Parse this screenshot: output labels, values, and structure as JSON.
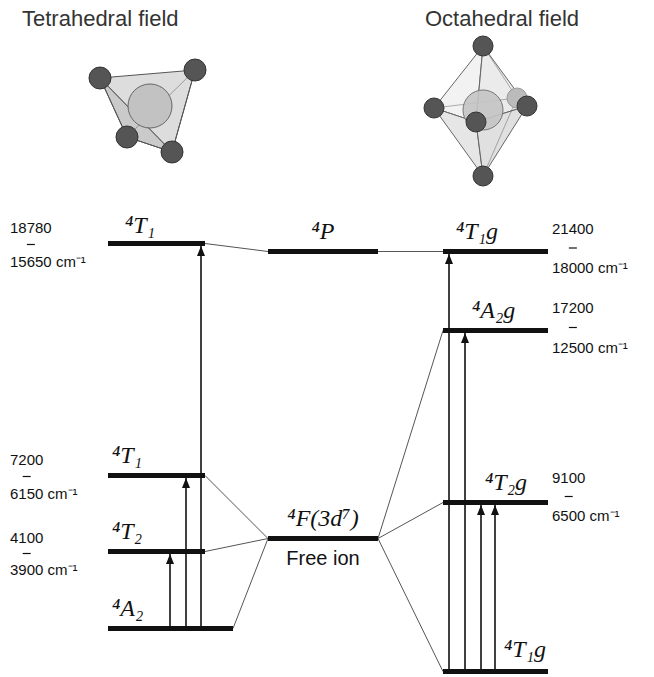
{
  "diagram": {
    "nodes": [
      {
        "text": [
          "⁴T₁",
          "18780",
          "15650 cm⁻¹"
        ]
      },
      {
        "text": [
          "⁴P"
        ]
      },
      {
        "text": [
          "⁴T₁g",
          "21400",
          "18000 cm⁻¹"
        ]
      },
      {
        "text": [
          "⁴A₂g",
          "17200",
          "12500 cm⁻¹"
        ]
      },
      {
        "text": [
          "⁴T₁",
          "7200",
          "6150 cm⁻¹"
        ]
      },
      {
        "text": [
          "⁴T₂g",
          "9100",
          "6500 cm⁻¹"
        ]
      },
      {
        "text": [
          "⁴F(3d⁷)",
          "Free ion"
        ]
      },
      {
        "text": [
          "⁴T₂",
          "4100",
          "3900 cm⁻¹"
        ]
      },
      {
        "text": [
          "⁴A₂"
        ]
      },
      {
        "text": [
          "⁴T₁g"
        ]
      }
    ],
    "edges": [
      {
        "from": 1,
        "to": 0,
        "arrow": "none"
      },
      {
        "from": 1,
        "to": 2,
        "arrow": "none"
      },
      {
        "from": 6,
        "to": 4,
        "arrow": "none"
      },
      {
        "from": 6,
        "to": 7,
        "arrow": "none"
      },
      {
        "from": 6,
        "to": 8,
        "arrow": "none"
      },
      {
        "from": 6,
        "to": 3,
        "arrow": "none"
      },
      {
        "from": 6,
        "to": 5,
        "arrow": "none"
      },
      {
        "from": 6,
        "to": 9,
        "arrow": "none"
      },
      {
        "from": 8,
        "to": 7,
        "arrow": "to"
      },
      {
        "from": 8,
        "to": 4,
        "arrow": "to"
      },
      {
        "from": 8,
        "to": 0,
        "arrow": "to"
      },
      {
        "from": 9,
        "to": 2,
        "arrow": "to"
      },
      {
        "from": 9,
        "to": 3,
        "arrow": "to"
      },
      {
        "from": 9,
        "to": 5,
        "arrow": "to"
      },
      {
        "from": 9,
        "to": 5,
        "arrow": "to"
      }
    ],
    "labels": [
      "Tetrahedral field",
      "Octahedral field"
    ]
  }
}
